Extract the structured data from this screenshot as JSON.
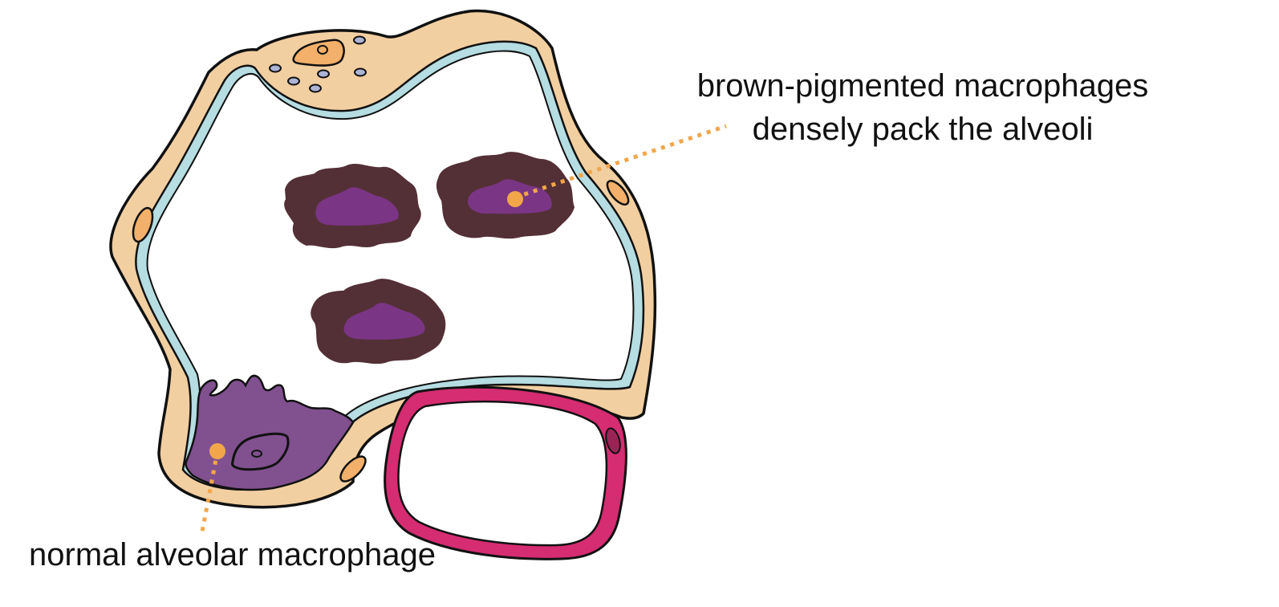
{
  "labels": {
    "brown_macrophages_line1": "brown-pigmented macrophages",
    "brown_macrophages_line2": "densely pack the alveoli",
    "normal_macrophage": "normal alveolar macrophage"
  },
  "colors": {
    "alveolar_wall": "#f2cfa1",
    "epithelium_lining": "#b5dde2",
    "outline": "#111111",
    "pigmented_cytoplasm": "#533036",
    "macrophage_nucleus": "#7b3585",
    "normal_macrophage": "#81508f",
    "capillary_wall": "#d52c72",
    "capillary_nucleus": "#9b2457",
    "pointer": "#f2a64a",
    "erythrocyte": "#aeb4d6"
  },
  "icons": {
    "alveolus": "alveolus-cross-section-icon",
    "capillary": "capillary-icon",
    "pointer": "pointer-dot-icon"
  }
}
